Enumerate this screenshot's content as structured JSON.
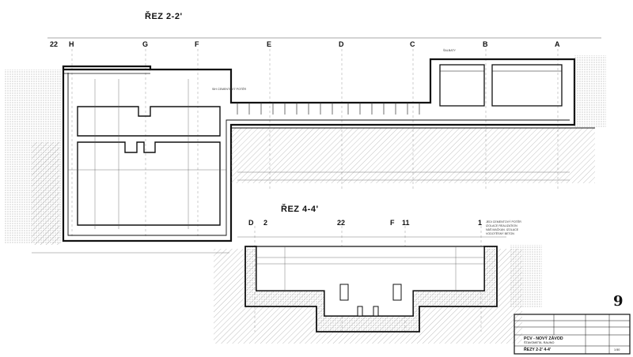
{
  "drawing": {
    "section_upper": {
      "title": "ŘEZ 2-2'",
      "axes": [
        "22",
        "H",
        "G",
        "F",
        "E",
        "D",
        "C",
        "B",
        "A"
      ]
    },
    "section_lower": {
      "title": "ŘEZ 4-4'",
      "axes": [
        "D",
        "2",
        "22",
        "F",
        "11",
        "1"
      ]
    },
    "notes_upper": {
      "cement_coat": "SIH CEMENTOVÝ POTĚR",
      "rail": "ŠALBATY"
    },
    "notes_lower": [
      "JEDI CEMENTOVÝ POTĚR",
      "IZOLACE REALIZATION",
      "NÁŠ MAČKAN. IZOLACE",
      "VODOTĚSNÝ BETON"
    ],
    "sheet_number": "9",
    "title_block": {
      "line1": "PCV - NOVÝ ZÁVOD",
      "line2": "ŠTAVOMETA. RAUNO",
      "line3": "ŘEZY 2-2' 4-4'",
      "scale": "1:50"
    },
    "colors": {
      "ink": "#111111",
      "paper": "#ffffff",
      "hatch": "#6a6a6a"
    }
  }
}
